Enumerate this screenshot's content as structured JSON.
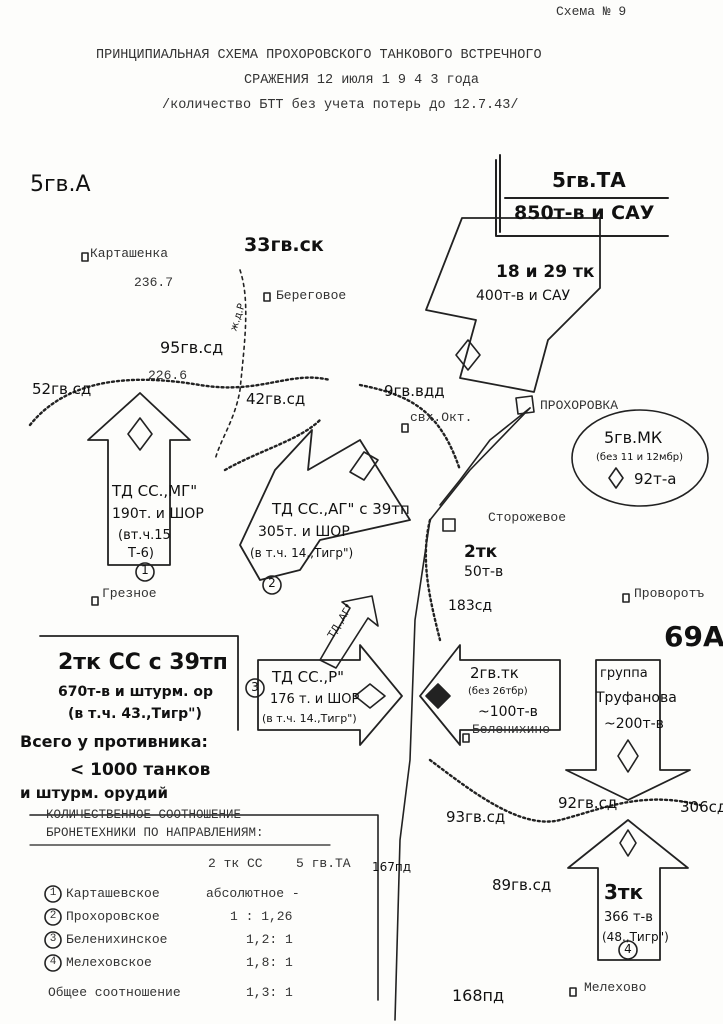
{
  "header": {
    "scheme_no": "Схема № 9",
    "title_line1": "ПРИНЦИПИАЛЬНАЯ СХЕМА ПРОХОРОВСКОГО ТАНКОВОГО ВСТРЕЧНОГО",
    "title_line2": "СРАЖЕНИЯ 12 июля  1 9 4 3 года",
    "subtitle": "/количество БТТ без учета потерь до 12.7.43/"
  },
  "armies": {
    "left": "5гв.А",
    "right_top_name": "5гв.ТА",
    "right_top_count": "850т-в и САУ",
    "right_mid": "69А"
  },
  "places": {
    "kartashevka": "Карташенка",
    "h2367": "236.7",
    "beregovoe": "Береговое",
    "h2266": "226.6",
    "sovkhoz": "свх.Окт.",
    "prokhorovka": "ПРОХОРОВКА",
    "storozhevoe": "Сторожевое",
    "gryaznoe": "Грезное",
    "provorot": "Проворотъ",
    "belenikhino": "Беленихино",
    "melekhovo": "Мелехово",
    "railway": "ж.д.Р"
  },
  "units": {
    "u33": "33гв.ск",
    "u95": "95гв.сд",
    "u52": "52гв.сд",
    "u42": "42гв.сд",
    "u9": "9гв.вдд",
    "u183": "183сд",
    "u93": "93гв.сд",
    "u89": "89гв.сд",
    "u92": "92гв.сд",
    "u306": "306сд",
    "u167": "167пд",
    "u168": "168пд"
  },
  "sov_forces": {
    "tk18_29": "18 и 29 тк",
    "tk18_29_count": "400т-в и САУ",
    "mk5_name": "5гв.МК",
    "mk5_note": "(без 11 и 12мбр)",
    "mk5_count": "92т-а",
    "tk2_name": "2тк",
    "tk2_count": "50т-в",
    "gtk2_name": "2гв.тк",
    "gtk2_note": "(без 26тбр)",
    "gtk2_count": "~100т-в",
    "group_label": "группа",
    "group_name": "Труфанова",
    "group_count": "~200т-в",
    "tk3_name": "3тк",
    "tk3_count": "366 т-в",
    "tk3_note": "(48.,Тигр\")"
  },
  "ger_forces": {
    "mg_name": "ТД СС.,МГ\"",
    "mg_count": "190т. и ШОР",
    "mg_note": "(вт.ч.15",
    "mg_note2": "Т-6)",
    "mg_num": "1",
    "ag_name": "ТД СС.,АГ\" с 39тп",
    "ag_count": "305т. и ШОР",
    "ag_note": "(в т.ч. 14.,Тигр\")",
    "ag_num": "2",
    "r_name": "ТД СС.,Р\"",
    "r_count": "176 т. и ШОР",
    "r_note": "(в т.ч. 14.,Тигр\")",
    "r_num": "3",
    "tk3_num": "4",
    "ag_prong": "ТД.,АГ\""
  },
  "enemy_total": {
    "name": "2тк СС с 39тп",
    "count": "670т-в и штурм. ор",
    "note": "(в т.ч. 43.,Тигр\")",
    "total_line1": "Всего у противника:",
    "total_line2": "< 1000 танков",
    "total_line3": "и штурм. орудий"
  },
  "ratio_table": {
    "title_line1": "КОЛИЧЕСТВЕННОЕ СООТНОШЕНИЕ",
    "title_line2": "БРОНЕТЕХНИКИ ПО НАПРАВЛЕНИЯМ:",
    "col1": "2 тк СС",
    "col2": "5 гв.ТА",
    "rows": [
      {
        "num": "1",
        "name": "Карташевское",
        "value": "абсолютное   -"
      },
      {
        "num": "2",
        "name": "Прохоровское",
        "value": "1  : 1,26"
      },
      {
        "num": "3",
        "name": "Беленихинское",
        "value": "1,2: 1"
      },
      {
        "num": "4",
        "name": "Мелеховское",
        "value": "1,8: 1"
      }
    ],
    "total_label": "Общее соотношение",
    "total_value": "1,3: 1"
  }
}
